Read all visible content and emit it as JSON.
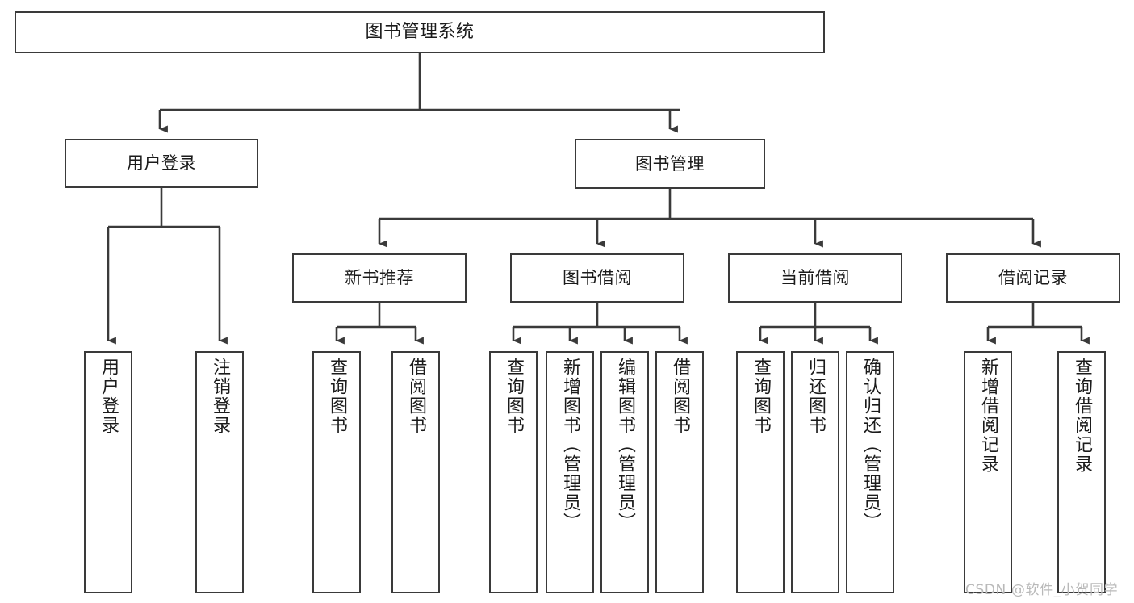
{
  "diagram": {
    "title": "图书管理系统",
    "type": "tree-hierarchy-diagram",
    "theme": {
      "stroke": "#3a3a3a",
      "fill": "#ffffff",
      "text": "#1b1b1b",
      "watermark_color": "#b9b9b9"
    },
    "root": {
      "label": "图书管理系统"
    },
    "level2": [
      {
        "label": "用户登录"
      },
      {
        "label": "图书管理"
      }
    ],
    "level3": [
      {
        "label": "新书推荐"
      },
      {
        "label": "图书借阅"
      },
      {
        "label": "当前借阅"
      },
      {
        "label": "借阅记录"
      }
    ],
    "leaves": {
      "user_login": [
        {
          "label": "用户登录"
        },
        {
          "label": "注销登录"
        }
      ],
      "new_book_recommend": [
        {
          "label": "查询图书"
        },
        {
          "label": "借阅图书"
        }
      ],
      "book_borrow": [
        {
          "label": "查询图书"
        },
        {
          "label": "新增图书（管理员）"
        },
        {
          "label": "编辑图书（管理员）"
        },
        {
          "label": "借阅图书"
        }
      ],
      "current_borrow": [
        {
          "label": "查询图书"
        },
        {
          "label": "归还图书"
        },
        {
          "label": "确认归还（管理员）"
        }
      ],
      "borrow_record": [
        {
          "label": "新增借阅记录"
        },
        {
          "label": "查询借阅记录"
        }
      ]
    }
  },
  "watermark": {
    "text": "CSDN @软件_小贺同学"
  }
}
